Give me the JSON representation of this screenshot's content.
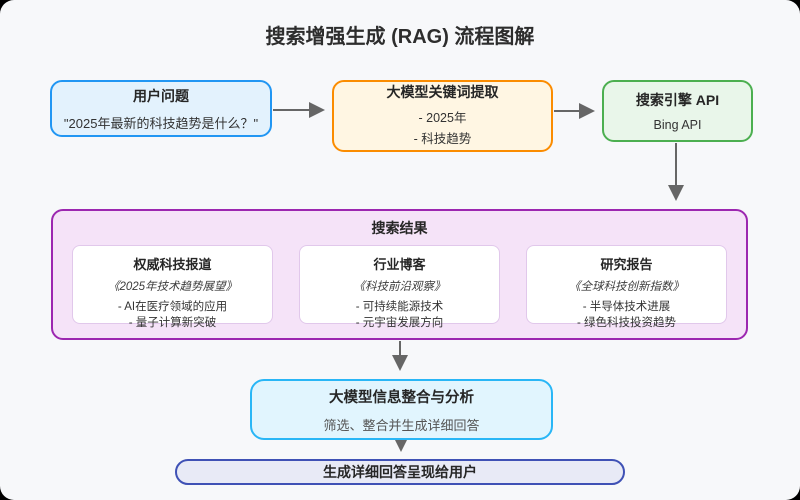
{
  "page": {
    "title": "搜索增强生成 (RAG) 流程图解"
  },
  "flow": {
    "user_question": {
      "title": "用户问题",
      "body": "\"2025年最新的科技趋势是什么？\""
    },
    "keyword_extraction": {
      "title": "大模型关键词提取",
      "items": [
        "- 2025年",
        "- 科技趋势"
      ]
    },
    "search_engine": {
      "title": "搜索引擎 API",
      "body": "Bing API"
    },
    "search_results": {
      "title": "搜索结果",
      "cards": [
        {
          "title": "权威科技报道",
          "source": "《2025年技术趋势展望》",
          "items": [
            "- AI在医疗领域的应用",
            "- 量子计算新突破"
          ]
        },
        {
          "title": "行业博客",
          "source": "《科技前沿观察》",
          "items": [
            "- 可持续能源技术",
            "- 元宇宙发展方向"
          ]
        },
        {
          "title": "研究报告",
          "source": "《全球科技创新指数》",
          "items": [
            "- 半导体技术进展",
            "- 绿色科技投资趋势"
          ]
        }
      ]
    },
    "integration": {
      "title": "大模型信息整合与分析",
      "body": "筛选、整合并生成详细回答"
    },
    "final_answer": {
      "title": "生成详细回答呈现给用户"
    }
  },
  "colors": {
    "canvas_bg": "#f7f8fa",
    "user_border": "#2196f3",
    "user_fill": "#e3f2fd",
    "keyword_border": "#fb8c00",
    "keyword_fill": "#fff6e3",
    "search_border": "#4caf50",
    "search_fill": "#e9f6ea",
    "results_border": "#9c27b0",
    "results_fill": "#f5e3f8",
    "card_border": "#e1c8eb",
    "card_fill": "#ffffff",
    "integrate_border": "#29b6f6",
    "integrate_fill": "#e1f5fe",
    "final_border": "#3f51b5",
    "final_fill": "#e8eaf6",
    "arrow": "#666666"
  }
}
